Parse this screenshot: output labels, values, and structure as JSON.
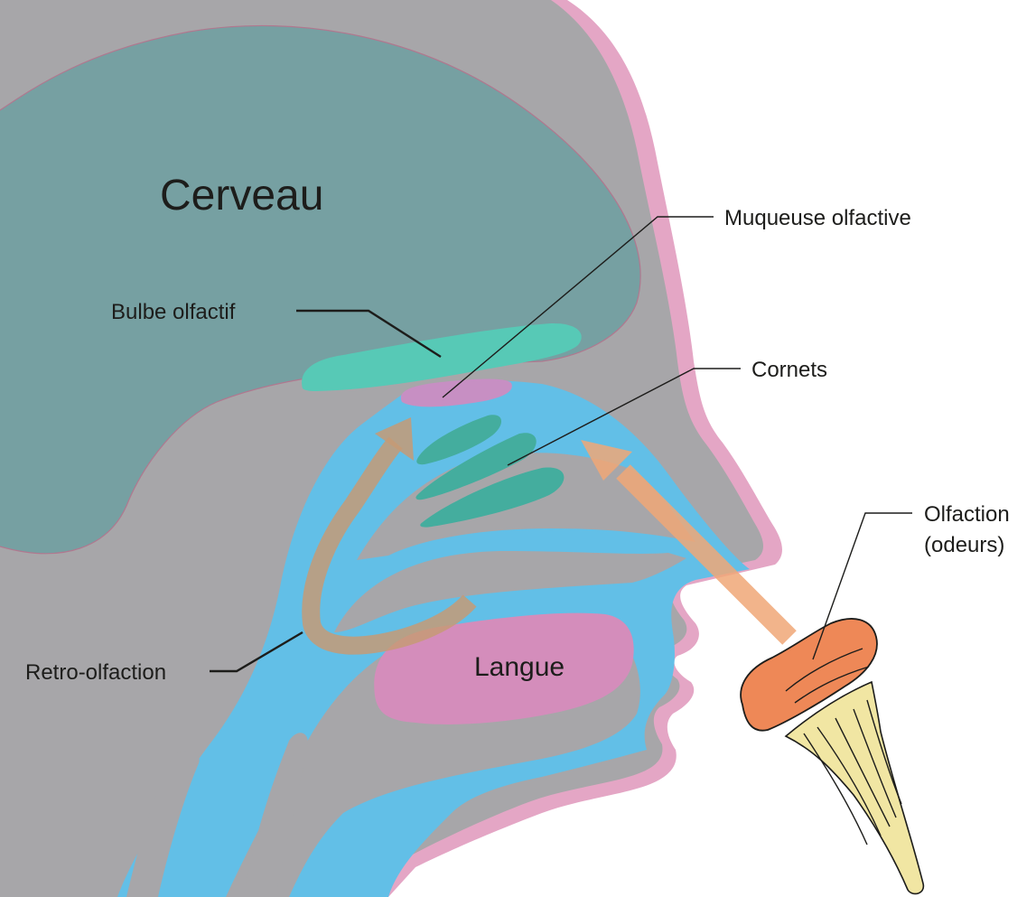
{
  "labels": {
    "brain": "Cerveau",
    "olfactory_mucosa": "Muqueuse olfactive",
    "olfactory_bulb": "Bulbe olfactif",
    "turbinates": "Cornets",
    "olfaction_line1": "Olfaction",
    "olfaction_line2": "(odeurs)",
    "retro_olfaction": "Retro-olfaction",
    "tongue": "Langue"
  },
  "colors": {
    "head_gray": "#a7a6a9",
    "skin_outline": "#e4a6c5",
    "brain": "#76a0a2",
    "airway": "#62bfe7",
    "bulb": "#57c9b6",
    "mucosa": "#c78fc3",
    "turbinates": "#44ad9e",
    "tongue": "#d48dbb",
    "arrow_retro": "#c59a76",
    "arrow_ortho": "#f0a777",
    "mushroom_cap": "#ee8857",
    "mushroom_stem": "#f1e6a3",
    "text": "#1d1d1b"
  }
}
